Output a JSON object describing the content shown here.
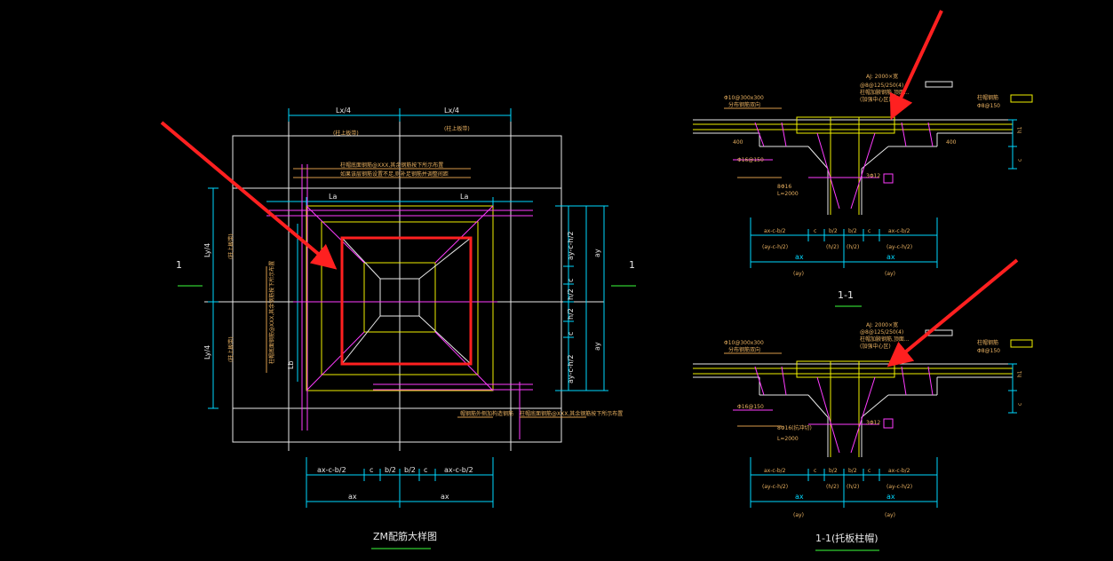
{
  "plan": {
    "title": "ZM配筋大样图",
    "dims": {
      "lx_left": "Lx/4",
      "lx_right": "Lx/4",
      "ly_top": "Ly/4",
      "ly_bottom": "Ly/4",
      "la_left": "La",
      "la_right": "La",
      "lb": "Lb",
      "ax": "ax",
      "ay": "ay",
      "bottom_chain": [
        "ax-c-b/2",
        "c",
        "b/2",
        "b/2",
        "c",
        "ax-c-b/2"
      ],
      "right_chain": [
        "ay-c-h/2",
        "c",
        "h/2",
        "h/2",
        "c",
        "ay-c-h/2"
      ],
      "top_sub_left": "(柱上板带)",
      "top_sub_right": "(柱上板带)",
      "left_sub_top": "(柱上板带)",
      "left_sub_bottom": "(柱上板带)"
    },
    "section_marks": {
      "left": "1",
      "right": "1"
    },
    "notes": [
      "柱帽底面钢筋@XXX,其余钢筋按下所示布置",
      "如果该层钢筋设置不足,则补足钢筋并调整间距",
      "柱帽底面钢筋@XXX,其余钢筋按下所示布置",
      "帽钢筋外侧加构造钢筋",
      "柱帽底面钢筋@XXX,其余钢筋按下所示布置"
    ]
  },
  "section1": {
    "title": "1-1",
    "labels": {
      "rebar_top": "Φ10@300x300",
      "rebar_top_sub": "分布钢筋双向",
      "stirrup": "Φ16@150",
      "bars": "8Φ16",
      "length": "L=2000",
      "tie": "3Φ12",
      "dim400_left": "400",
      "dim400_right": "400",
      "h1": "h1",
      "c": "c",
      "note_top": "AJ: 2000×宽",
      "note_top2": "@8@125/250(4)",
      "note_top3": "柱帽加腋钢筋,顶面...",
      "note_top4": "(加强中心区)",
      "right_note": "柱帽钢筋",
      "right_note2": "Φ8@150"
    },
    "dims": {
      "chain": [
        "ax-c-b/2",
        "c",
        "b/2",
        "b/2",
        "c",
        "ax-c-b/2"
      ],
      "chain2": [
        "(ay-c-h/2)",
        "(h/2)",
        "(h/2)",
        "(ay-c-h/2)"
      ],
      "total": [
        "ax",
        "ax"
      ],
      "total2": [
        "(ay)",
        "(ay)"
      ]
    }
  },
  "section2": {
    "title": "1-1(托板柱帽)",
    "labels": {
      "rebar_top": "Φ10@300x300",
      "rebar_top_sub": "分布钢筋双向",
      "stirrup": "Φ16@150",
      "bars": "8Φ16(抗冲切)",
      "length": "L=2000",
      "tie": "3Φ12",
      "h1": "h1",
      "c": "c",
      "note_top": "AJ: 2000×宽",
      "note_top2": "@8@125/250(4)",
      "note_top3": "柱帽加腋钢筋,顶面...",
      "note_top4": "(加强中心区)",
      "right_note": "柱帽钢筋",
      "right_note2": "Φ8@150"
    },
    "dims": {
      "chain": [
        "ax-c-b/2",
        "c",
        "b/2",
        "b/2",
        "c",
        "ax-c-b/2"
      ],
      "chain2": [
        "(ay-c-h/2)",
        "(h/2)",
        "(h/2)",
        "(ay-c-h/2)"
      ],
      "total": [
        "ax",
        "ax"
      ],
      "total2": [
        "(ay)",
        "(ay)"
      ]
    }
  },
  "colors": {
    "background": "#000000",
    "dimension": "#00d8ff",
    "outline": "#e8e8e8",
    "rebar": "#f0f000",
    "stirrup": "#ff3cff",
    "highlight": "#ff2020",
    "annotation": "#d89a4a",
    "underline": "#3cff3c"
  }
}
